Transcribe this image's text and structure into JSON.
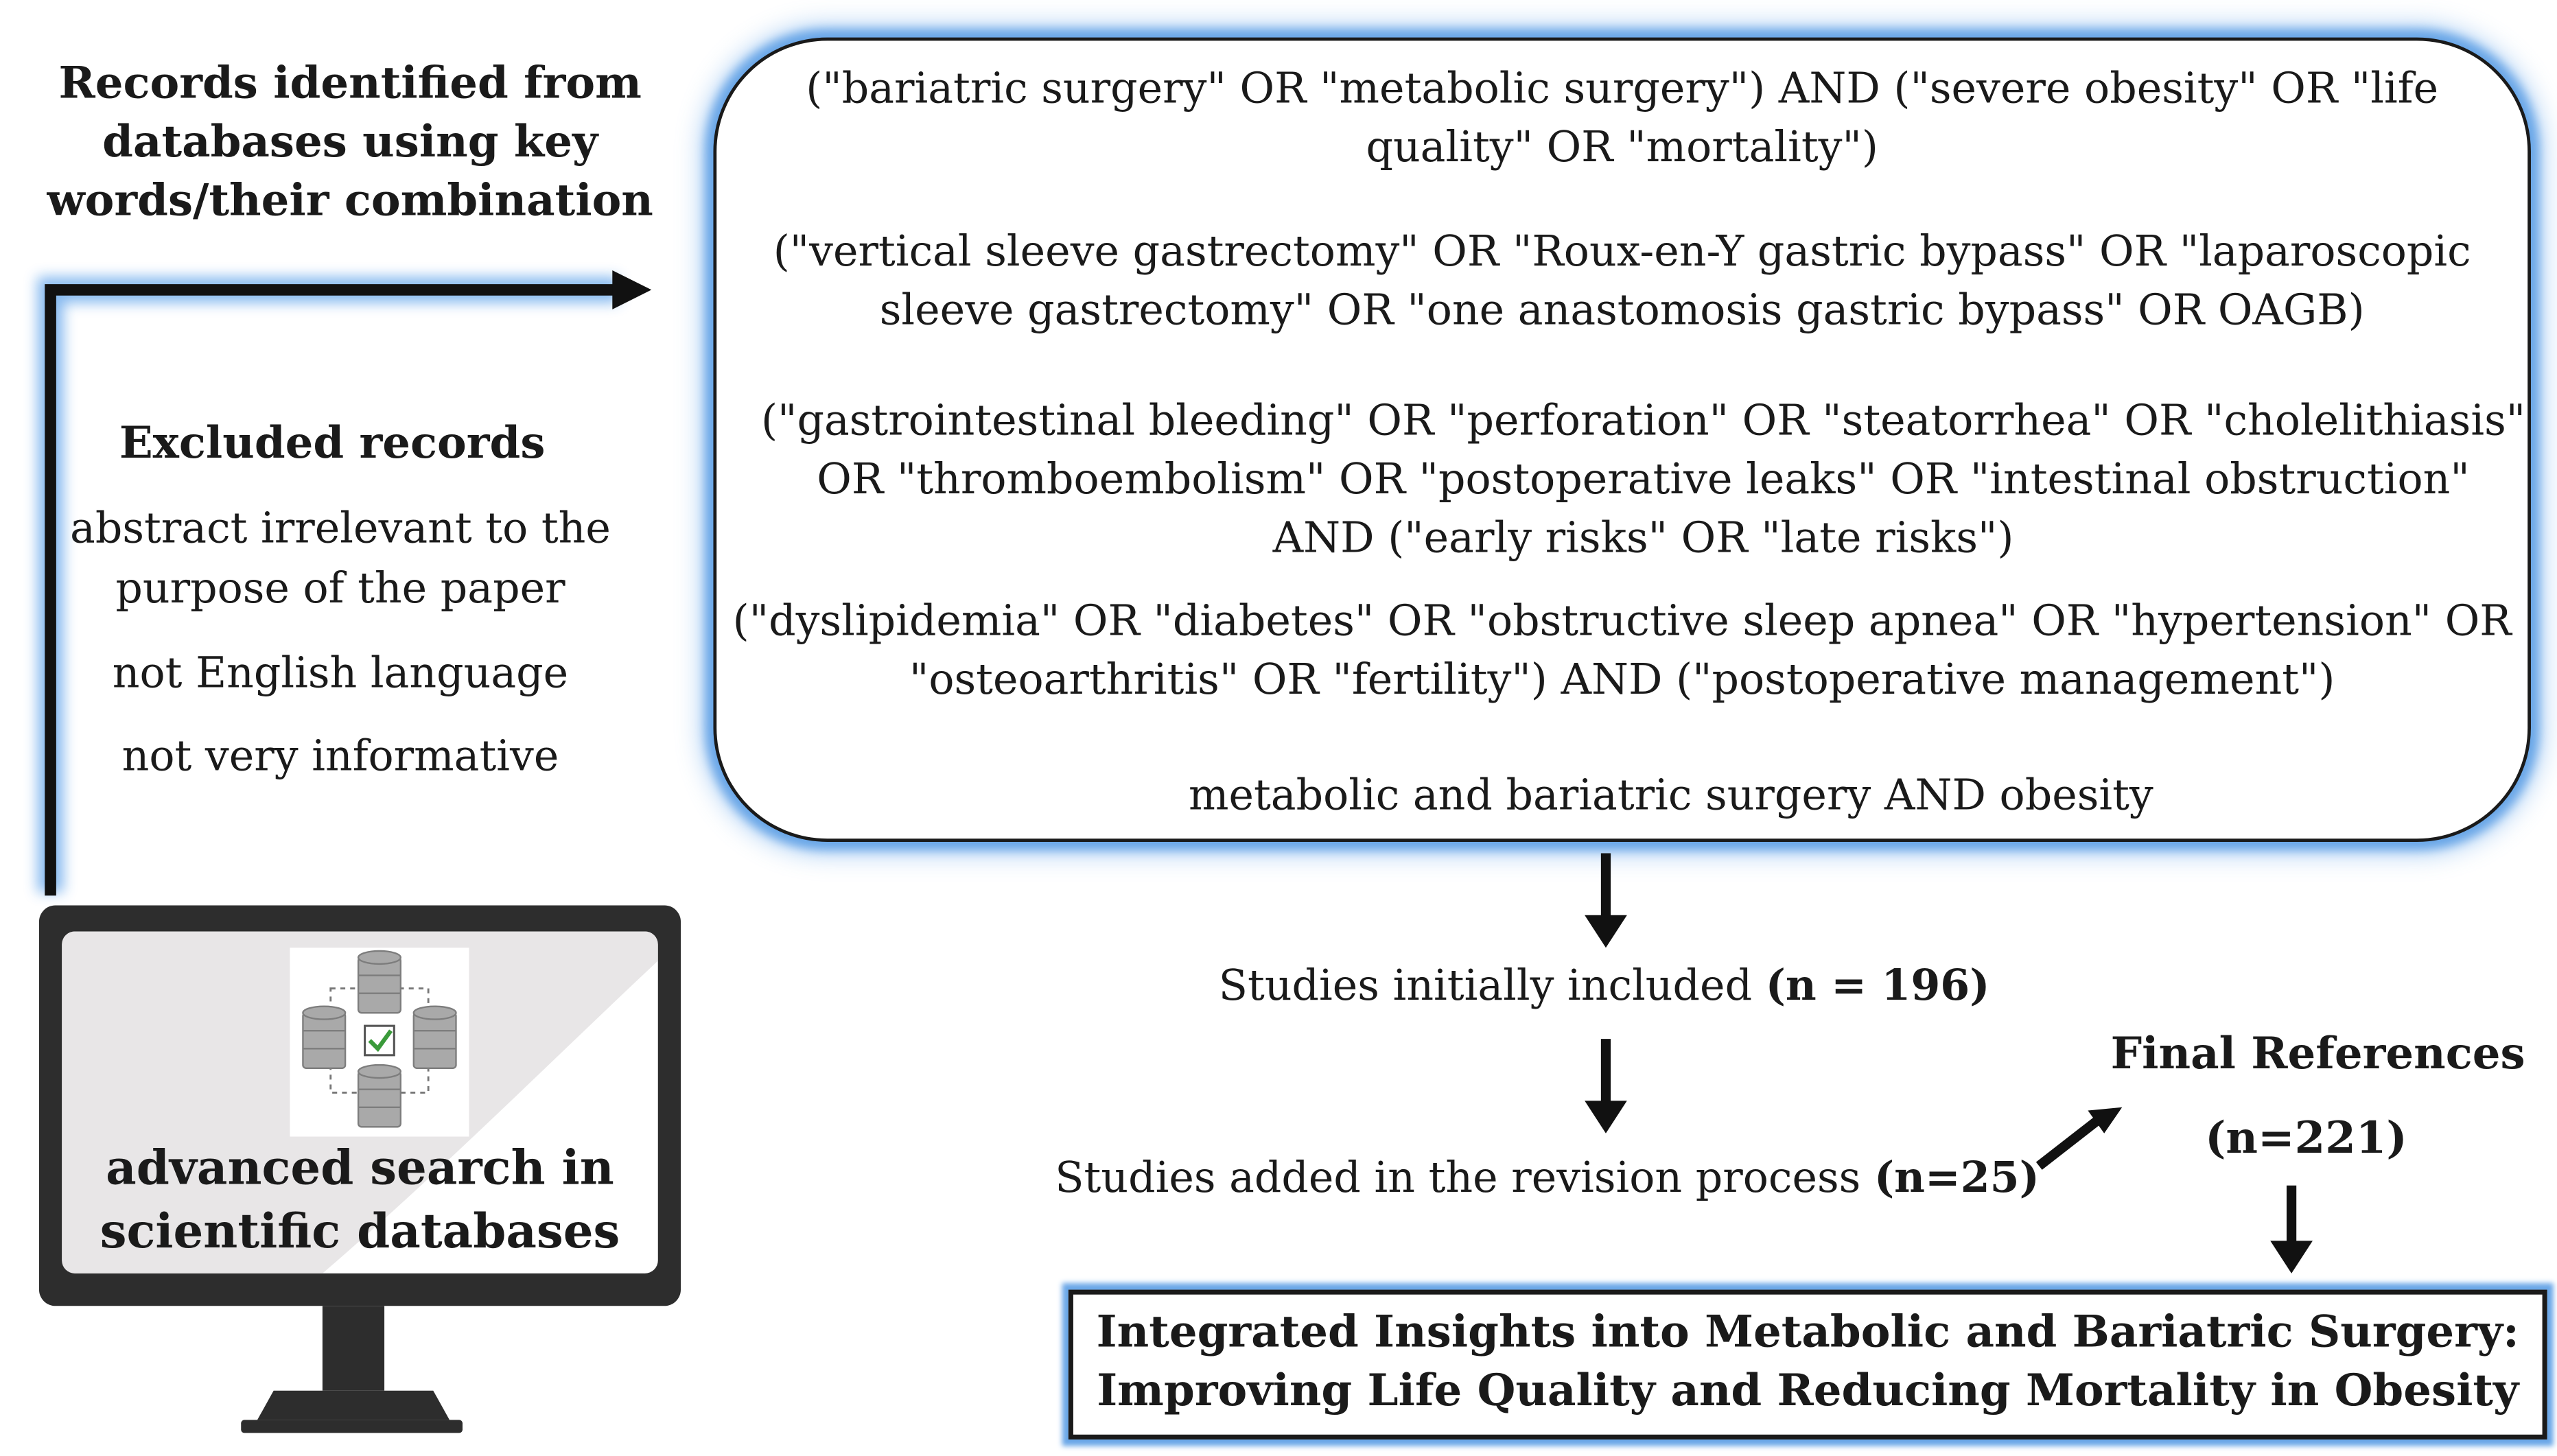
{
  "records_identified": {
    "lines": [
      "Records identified from",
      "databases using key",
      "words/their combination"
    ]
  },
  "excluded": {
    "title": "Excluded records",
    "item1_lines": [
      "abstract irrelevant to the",
      "purpose of the paper"
    ],
    "item2": "not English language",
    "item3": "not very informative"
  },
  "search_terms": [
    [
      "(\"bariatric surgery\" OR \"metabolic surgery\") AND (\"severe obesity\" OR \"life",
      "quality\" OR \"mortality\")"
    ],
    [
      "(\"vertical sleeve gastrectomy\" OR \"Roux-en-Y gastric bypass\" OR \"laparoscopic",
      "sleeve gastrectomy\" OR \"one anastomosis gastric bypass\" OR OAGB)"
    ],
    [
      "(\"gastrointestinal bleeding\" OR \"perforation\" OR \"steatorrhea\" OR \"cholelithiasis\"",
      "OR \"thromboembolism\" OR \"postoperative leaks\" OR \"intestinal obstruction\"",
      "AND (\"early risks\" OR \"late risks\")"
    ],
    [
      "(\"dyslipidemia\" OR \"diabetes\" OR \"obstructive sleep apnea\" OR \"hypertension\" OR",
      "\"osteoarthritis\" OR \"fertility\") AND (\"postoperative management\")"
    ],
    [
      "metabolic and bariatric surgery AND obesity"
    ]
  ],
  "monitor": {
    "label_lines": [
      "advanced search in",
      "scientific databases"
    ],
    "icon": "database-network-check-icon"
  },
  "initially_included": {
    "text": "Studies initially included",
    "count": "(n = 196)"
  },
  "revision_added": {
    "text": "Studies added in the revision process",
    "count": "(n=25)"
  },
  "final_references": {
    "title": "Final References",
    "count": "(n=221)"
  },
  "result": {
    "lines": [
      "Integrated Insights into Metabolic and Bariatric Surgery:",
      "Improving Life Quality and Reducing Mortality in Obesity"
    ]
  },
  "colors": {
    "glow": "#6aa7e8",
    "ink": "#1a1a1a",
    "check": "#3a9a3a"
  }
}
